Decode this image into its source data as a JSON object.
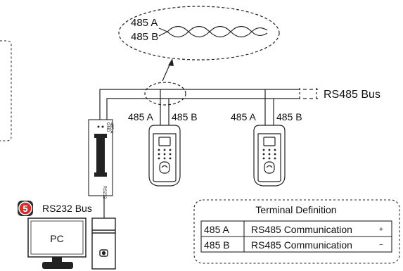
{
  "step_badge": {
    "number": "5",
    "color": "#d0312d"
  },
  "twisted_pair": {
    "label_a": "485 A",
    "label_b": "485 B"
  },
  "bus": {
    "label": "RS485  Bus"
  },
  "devices": [
    {
      "label_a": "485 A",
      "label_b": "485 B"
    },
    {
      "label_a": "485 A",
      "label_b": "485 B"
    }
  ],
  "converter": {
    "port_labels": [
      "GND",
      "485 A",
      "485 B"
    ],
    "bottom_label": "RS232"
  },
  "pc": {
    "label": "PC",
    "bus_label": "RS232  Bus"
  },
  "terminal_definition": {
    "title": "Terminal Definition",
    "rows": [
      {
        "terminal": "485  A",
        "definition": "RS485  Communication",
        "sign": "+"
      },
      {
        "terminal": "485  B",
        "definition": "RS485  Communication",
        "sign": "−"
      }
    ]
  }
}
